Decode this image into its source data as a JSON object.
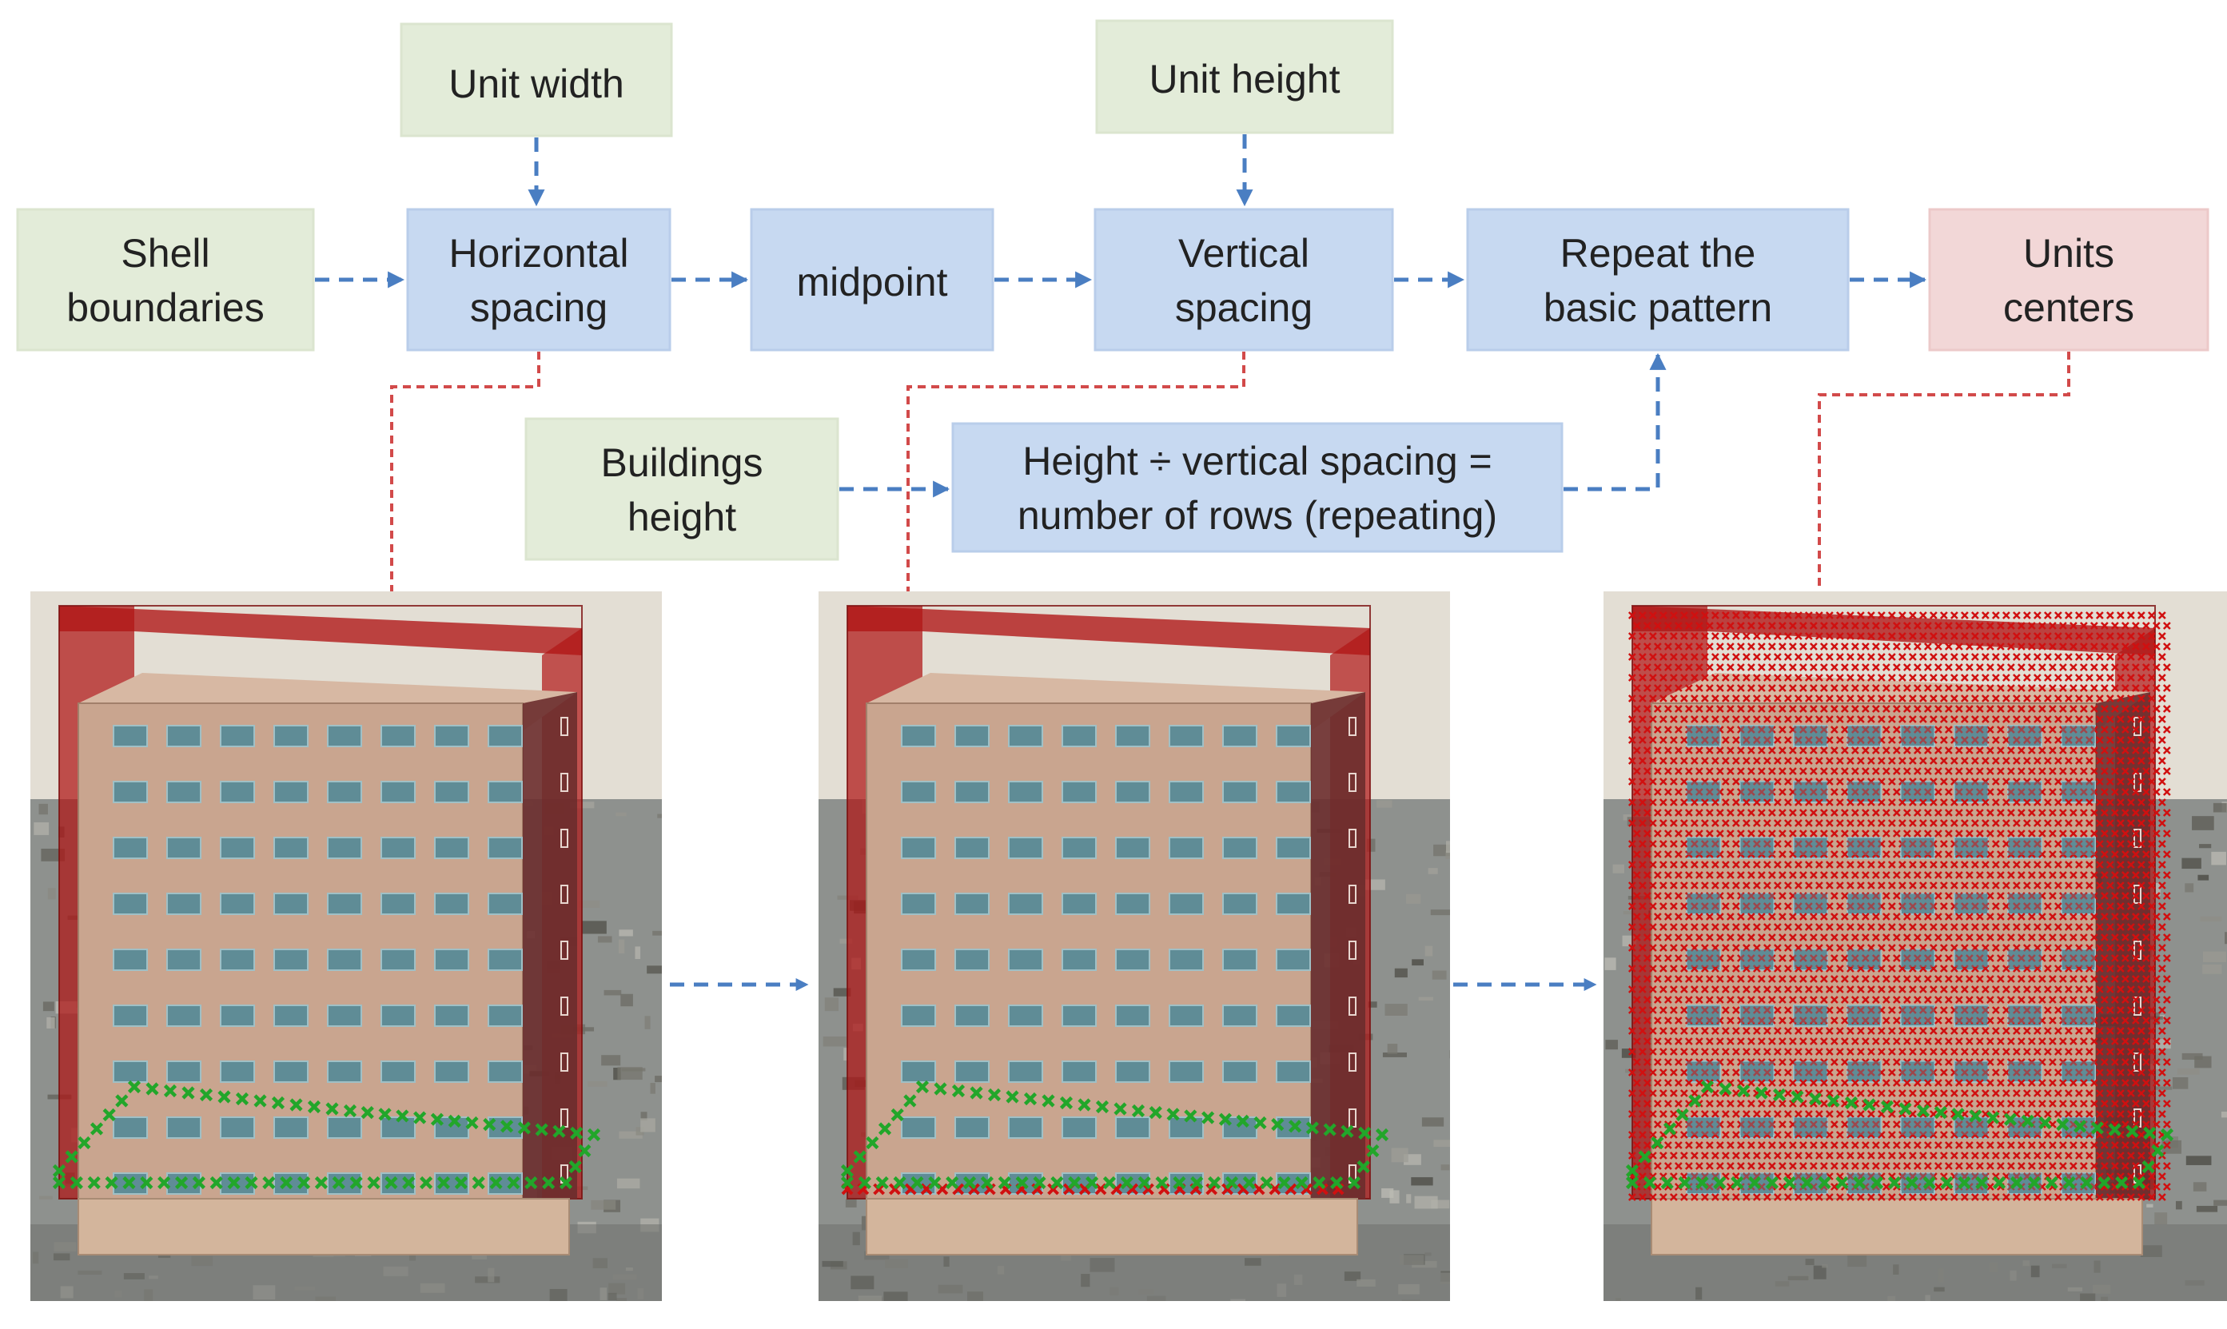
{
  "colors": {
    "input_fill": "#e3ecd9",
    "input_stroke": "#dbe5cf",
    "process_fill": "#c7d9f1",
    "process_stroke": "#b9cdea",
    "output_fill": "#f2d7d7",
    "output_stroke": "#ecc9c9",
    "flow_arrow": "#4a7ec2",
    "link_dashed": "#d24a4a",
    "bbox_red": "#b01515",
    "facade": "#c9a58f",
    "window": "#5f8c96",
    "unit_marker_green": "#22a62a",
    "unit_marker_red": "#d01010"
  },
  "nodes": {
    "unit_width": {
      "label": "Unit width"
    },
    "unit_height": {
      "label": "Unit height"
    },
    "shell_boundaries": {
      "line1": "Shell",
      "line2": "boundaries"
    },
    "horizontal_spacing": {
      "line1": "Horizontal",
      "line2": "spacing"
    },
    "midpoint": {
      "label": "midpoint"
    },
    "vertical_spacing": {
      "line1": "Vertical",
      "line2": "spacing"
    },
    "repeat_pattern": {
      "line1": "Repeat the",
      "line2": "basic pattern"
    },
    "units_centers": {
      "line1": "Units",
      "line2": "centers"
    },
    "buildings_height": {
      "line1": "Buildings",
      "line2": "height"
    },
    "rows_formula": {
      "line1": "Height ÷ vertical spacing =",
      "line2": "number of rows (repeating)"
    }
  },
  "panels": [
    {
      "id": "horizontal-spacing-result",
      "icon": "building-3d-icon"
    },
    {
      "id": "vertical-spacing-result",
      "icon": "building-3d-icon"
    },
    {
      "id": "units-centers-result",
      "icon": "building-3d-icon"
    }
  ]
}
